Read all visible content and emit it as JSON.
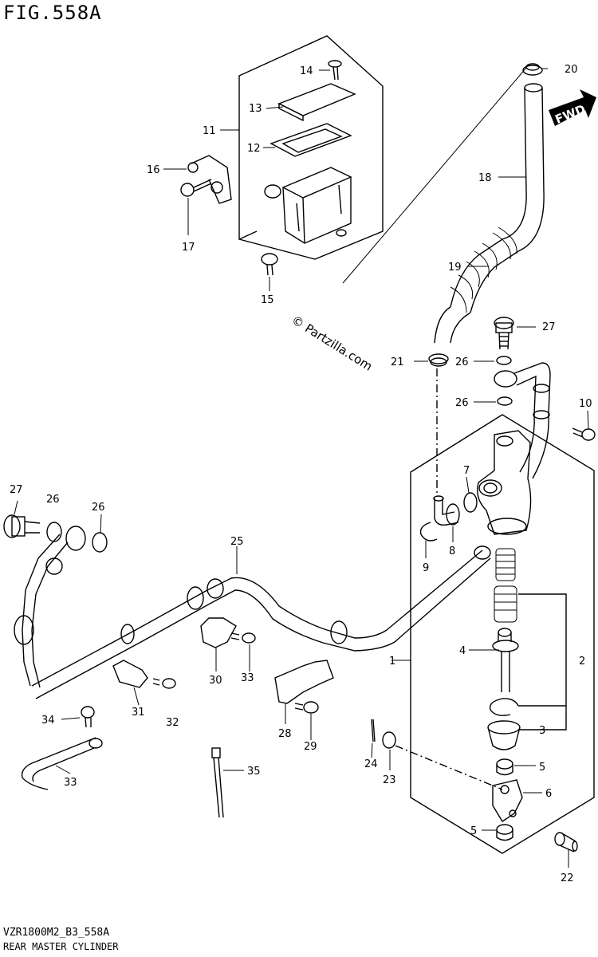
{
  "figure_title": "FIG.558A",
  "diagram_code": "VZR1800M2_B3_558A",
  "caption": "REAR MASTER CYLINDER",
  "watermark": "© Partzilla.com",
  "direction_label": "FWD",
  "callouts": [
    "1",
    "2",
    "3",
    "4",
    "5",
    "5",
    "6",
    "7",
    "8",
    "9",
    "10",
    "11",
    "12",
    "13",
    "14",
    "15",
    "16",
    "17",
    "18",
    "19",
    "20",
    "21",
    "22",
    "23",
    "24",
    "25",
    "26",
    "26",
    "26",
    "27",
    "27",
    "28",
    "29",
    "30",
    "31",
    "32",
    "33",
    "33",
    "34",
    "35"
  ]
}
